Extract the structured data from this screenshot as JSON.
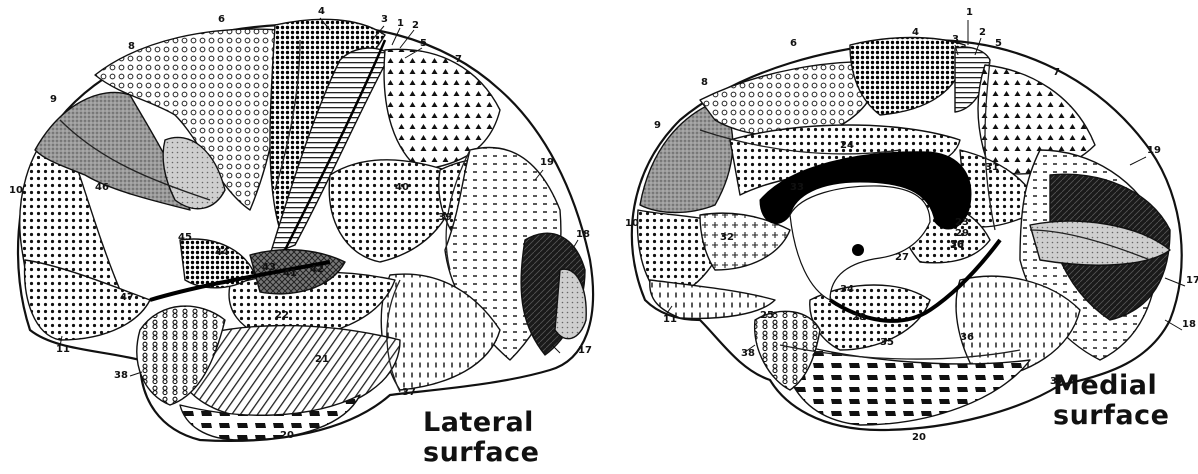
{
  "figure": {
    "panels": [
      {
        "id": "lateral",
        "caption_line1": "Lateral",
        "caption_line2": "surface",
        "area_labels": [
          "1",
          "2",
          "3",
          "4",
          "5",
          "6",
          "7",
          "8",
          "9",
          "10",
          "11",
          "17",
          "18",
          "19",
          "20",
          "21",
          "22",
          "37",
          "38",
          "39",
          "40",
          "41",
          "42",
          "43",
          "44",
          "45",
          "46",
          "47"
        ]
      },
      {
        "id": "medial",
        "caption_line1": "Medial",
        "caption_line2": "surface",
        "area_labels": [
          "1",
          "2",
          "3",
          "4",
          "5",
          "6",
          "7",
          "8",
          "9",
          "10",
          "11",
          "17",
          "18",
          "19",
          "20",
          "23",
          "24",
          "25",
          "26",
          "27",
          "28",
          "29",
          "30",
          "31",
          "32",
          "33",
          "34",
          "35",
          "36",
          "37",
          "38"
        ]
      }
    ]
  }
}
